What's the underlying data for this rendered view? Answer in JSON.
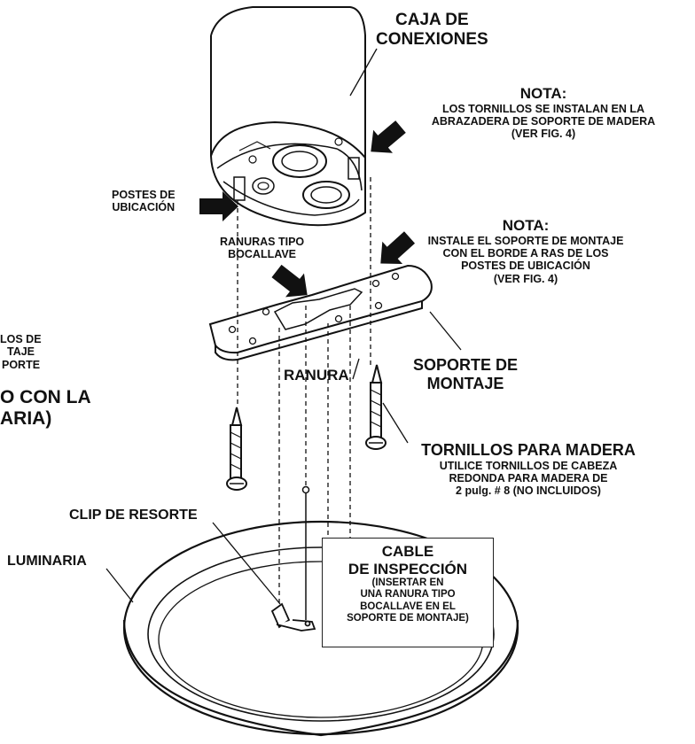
{
  "labels": {
    "junction_box": [
      "CAJA DE",
      "CONEXIONES"
    ],
    "note_top": {
      "title": "NOTA:",
      "lines": [
        "LOS TORNILLOS SE INSTALAN EN LA",
        "ABRAZADERA DE SOPORTE DE MADERA",
        "(VER FIG. 4)"
      ]
    },
    "locating_posts": [
      "POSTES DE",
      "UBICACIÓN"
    ],
    "note_mid": {
      "title": "NOTA:",
      "lines": [
        "INSTALE EL SOPORTE DE MONTAJE",
        "CON EL BORDE A RAS DE LOS",
        "POSTES DE UBICACIÓN",
        "(VER FIG. 4)"
      ]
    },
    "keyhole_slots": [
      "RANURAS TIPO",
      "BOCALLAVE"
    ],
    "left_cut_small": [
      "LOS DE",
      "TAJE",
      "PORTE"
    ],
    "left_cut_large": [
      "O CON LA",
      "ARIA)"
    ],
    "slot": "RANURA",
    "mounting_bracket": [
      "SOPORTE DE",
      "MONTAJE"
    ],
    "wood_screws": {
      "title": "TORNILLOS PARA MADERA",
      "lines": [
        "UTILICE TORNILLOS DE CABEZA",
        "REDONDA PARA MADERA DE",
        "2 pulg. # 8 (NO INCLUIDOS)"
      ]
    },
    "spring_clip": "CLIP DE RESORTE",
    "luminaire": "LUMINARIA",
    "inspection_cable": {
      "title": [
        "CABLE",
        "DE INSPECCIÓN"
      ],
      "lines": [
        "(INSERTAR EN",
        "UNA RANURA TIPO",
        "BOCALLAVE EN EL",
        "SOPORTE DE MONTAJE)"
      ]
    }
  }
}
